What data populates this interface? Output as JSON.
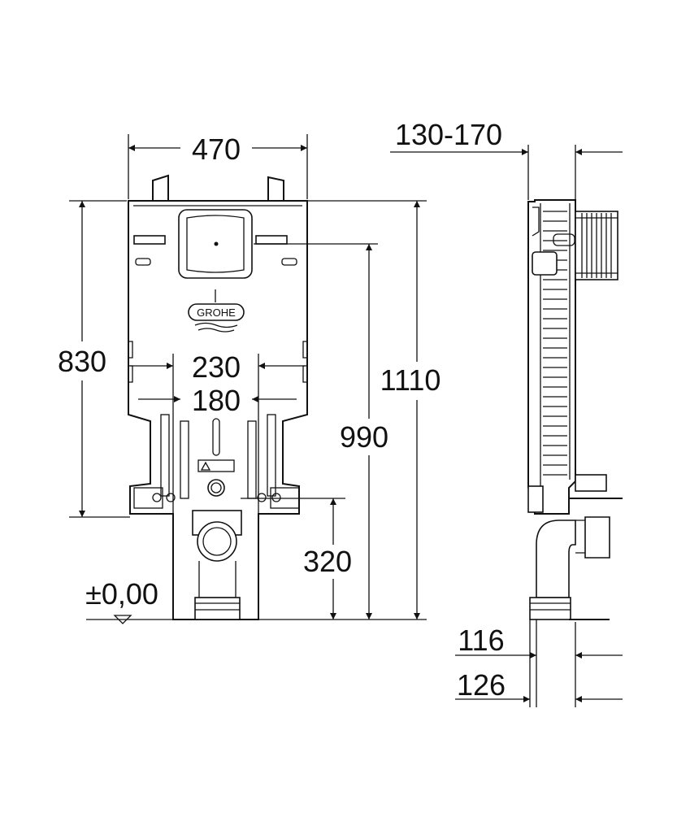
{
  "dimensions": {
    "width_470": "470",
    "height_830": "830",
    "inner_230": "230",
    "inner_180": "180",
    "height_1110": "1110",
    "height_990": "990",
    "height_320": "320",
    "level_zero": "±0,00",
    "depth_130_170": "130-170",
    "depth_116": "116",
    "depth_126": "126"
  },
  "brand": {
    "logo_text": "GROHE"
  },
  "colors": {
    "line": "#111111",
    "background": "#ffffff"
  }
}
